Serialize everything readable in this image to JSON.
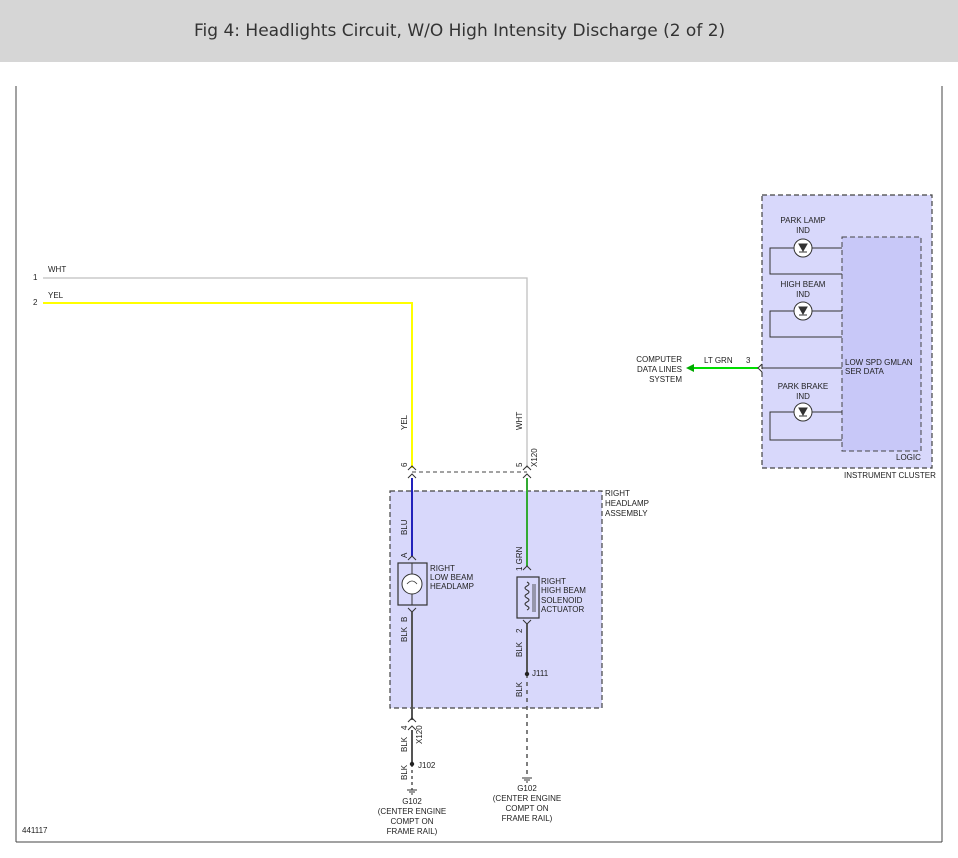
{
  "header": {
    "title": "Fig 4: Headlights Circuit, W/O High Intensity Discharge (2 of 2)"
  },
  "diagram": {
    "figure_number": "441117",
    "colors": {
      "wht": "#cccccc",
      "yel": "#ffff00",
      "blu": "#2222bb",
      "grn": "#33aa33",
      "lt_grn": "#00dd00",
      "blk": "#555555",
      "component_fill": "#d8d8fb"
    },
    "wires": {
      "wht_label": "WHT",
      "wht_pin": "1",
      "yel_label": "YEL",
      "yel_pin": "2",
      "yel_vertical_label": "YEL",
      "wht_vertical_label": "WHT",
      "pin_6": "6",
      "pin_5": "5",
      "connector_x120_top": "X120",
      "blu_label": "BLU",
      "pin_a": "A",
      "pin_b": "B",
      "blk_label": "BLK",
      "grn_label": "1 GRN",
      "pin_2": "2",
      "pin_4": "4",
      "connector_x120_bottom": "X120",
      "lt_grn_label": "LT GRN",
      "pin_3": "3"
    },
    "headlamp_assembly": {
      "label_line1": "RIGHT",
      "label_line2": "HEADLAMP",
      "label_line3": "ASSEMBLY",
      "low_beam_line1": "RIGHT",
      "low_beam_line2": "LOW BEAM",
      "low_beam_line3": "HEADLAMP",
      "high_beam_line1": "RIGHT",
      "high_beam_line2": "HIGH BEAM",
      "high_beam_line3": "SOLENOID",
      "high_beam_line4": "ACTUATOR"
    },
    "splices": {
      "j111": "J111",
      "j102": "J102"
    },
    "grounds": {
      "left": {
        "id": "G102",
        "line1": "(CENTER ENGINE",
        "line2": "COMPT ON",
        "line3": "FRAME RAIL)"
      },
      "right": {
        "id": "G102",
        "line1": "(CENTER ENGINE",
        "line2": "COMPT ON",
        "line3": "FRAME RAIL)"
      }
    },
    "computer_data": {
      "line1": "COMPUTER",
      "line2": "DATA LINES",
      "line3": "SYSTEM"
    },
    "instrument_cluster": {
      "label": "INSTRUMENT CLUSTER",
      "logic_label": "LOGIC",
      "gmlan_line1": "LOW SPD GMLAN",
      "gmlan_line2": "SER DATA",
      "park_lamp_line1": "PARK LAMP",
      "park_lamp_line2": "IND",
      "high_beam_line1": "HIGH BEAM",
      "high_beam_line2": "IND",
      "park_brake_line1": "PARK BRAKE",
      "park_brake_line2": "IND"
    }
  }
}
